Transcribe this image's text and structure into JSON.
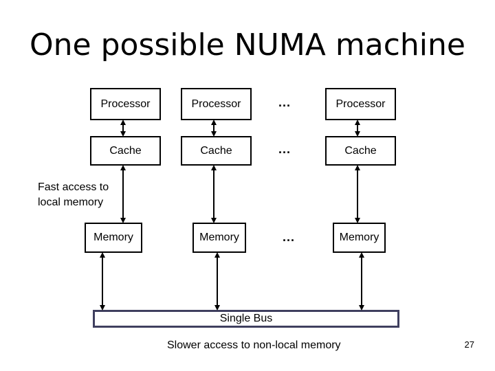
{
  "title": "One possible NUMA machine",
  "nodes": [
    {
      "processor": "Processor",
      "cache": "Cache",
      "memory": "Memory"
    },
    {
      "processor": "Processor",
      "cache": "Cache",
      "memory": "Memory"
    },
    {
      "processor": "Processor",
      "cache": "Cache",
      "memory": "Memory"
    }
  ],
  "ellipsis": "...",
  "bus_label": "Single Bus",
  "annotations": {
    "fast_access": "Fast access to local memory",
    "fast_access_line1": "Fast access to",
    "fast_access_line2": "local memory",
    "slow_access": "Slower access to non-local memory"
  },
  "page_number": "27"
}
